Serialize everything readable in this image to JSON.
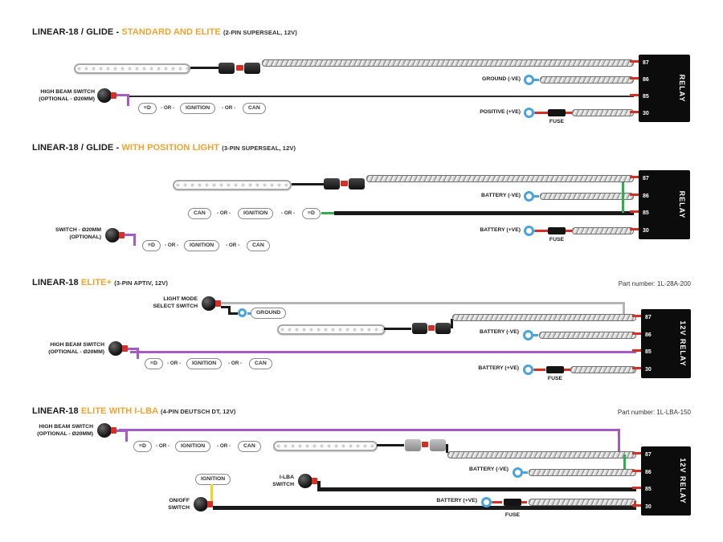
{
  "colors": {
    "accent": "#f0a32e",
    "red": "#d43026",
    "purple": "#a55bc6",
    "green": "#2eae4f",
    "yellow": "#f5d420",
    "blue": "#4aa3dc"
  },
  "common": {
    "or": "- OR -",
    "ignition": "IGNITION",
    "can": "CAN",
    "light_icon": "≡D",
    "fuse": "FUSE",
    "pins": [
      "87",
      "86",
      "85",
      "30"
    ]
  },
  "sections": [
    {
      "title_main": "LINEAR-18 / GLIDE -",
      "title_accent": "STANDARD AND ELITE",
      "title_note": "(2-PIN SUPERSEAL, 12V)",
      "relay_label": "RELAY",
      "labels": {
        "ground": "GROUND (-VE)",
        "positive": "POSITIVE (+VE)",
        "switch1": "HIGH BEAM SWITCH",
        "switch2": "(OPTIONAL - Ø20MM)"
      }
    },
    {
      "title_main": "LINEAR-18 / GLIDE -",
      "title_accent": "WITH POSITION LIGHT",
      "title_note": "(3-PIN SUPERSEAL, 12V)",
      "relay_label": "RELAY",
      "labels": {
        "battery_neg": "BATTERY (-VE)",
        "battery_pos": "BATTERY (+VE)",
        "switch1": "SWITCH - Ø20MM",
        "switch2": "(OPTIONAL)"
      }
    },
    {
      "title_main": "LINEAR-18",
      "title_accent": "ELITE+",
      "title_note": "(3-PIN APTIV, 12V)",
      "part_number": "Part number: 1L-28A-200",
      "relay_label": "12V RELAY",
      "labels": {
        "lm1": "LIGHT MODE",
        "lm2": "SELECT SWITCH",
        "ground_badge": "GROUND",
        "battery_neg": "BATTERY (-VE)",
        "battery_pos": "BATTERY (+VE)",
        "switch1": "HIGH BEAM SWITCH",
        "switch2": "(OPTIONAL - Ø20MM)"
      }
    },
    {
      "title_main": "LINEAR-18",
      "title_accent": "ELITE WITH I-LBA",
      "title_note": "(4-PIN DEUTSCH DT, 12V)",
      "part_number": "Part number: 1L-LBA-150",
      "relay_label": "12V RELAY",
      "labels": {
        "ignition_badge": "IGNITION",
        "ilba1": "I-LBA",
        "ilba2": "SWITCH",
        "onoff1": "ON/OFF",
        "onoff2": "SWITCH",
        "battery_neg": "BATTERY (-VE)",
        "battery_pos": "BATTERY (+VE)",
        "switch1": "HIGH BEAM SWITCH",
        "switch2": "(OPTIONAL - Ø20MM)"
      }
    }
  ]
}
